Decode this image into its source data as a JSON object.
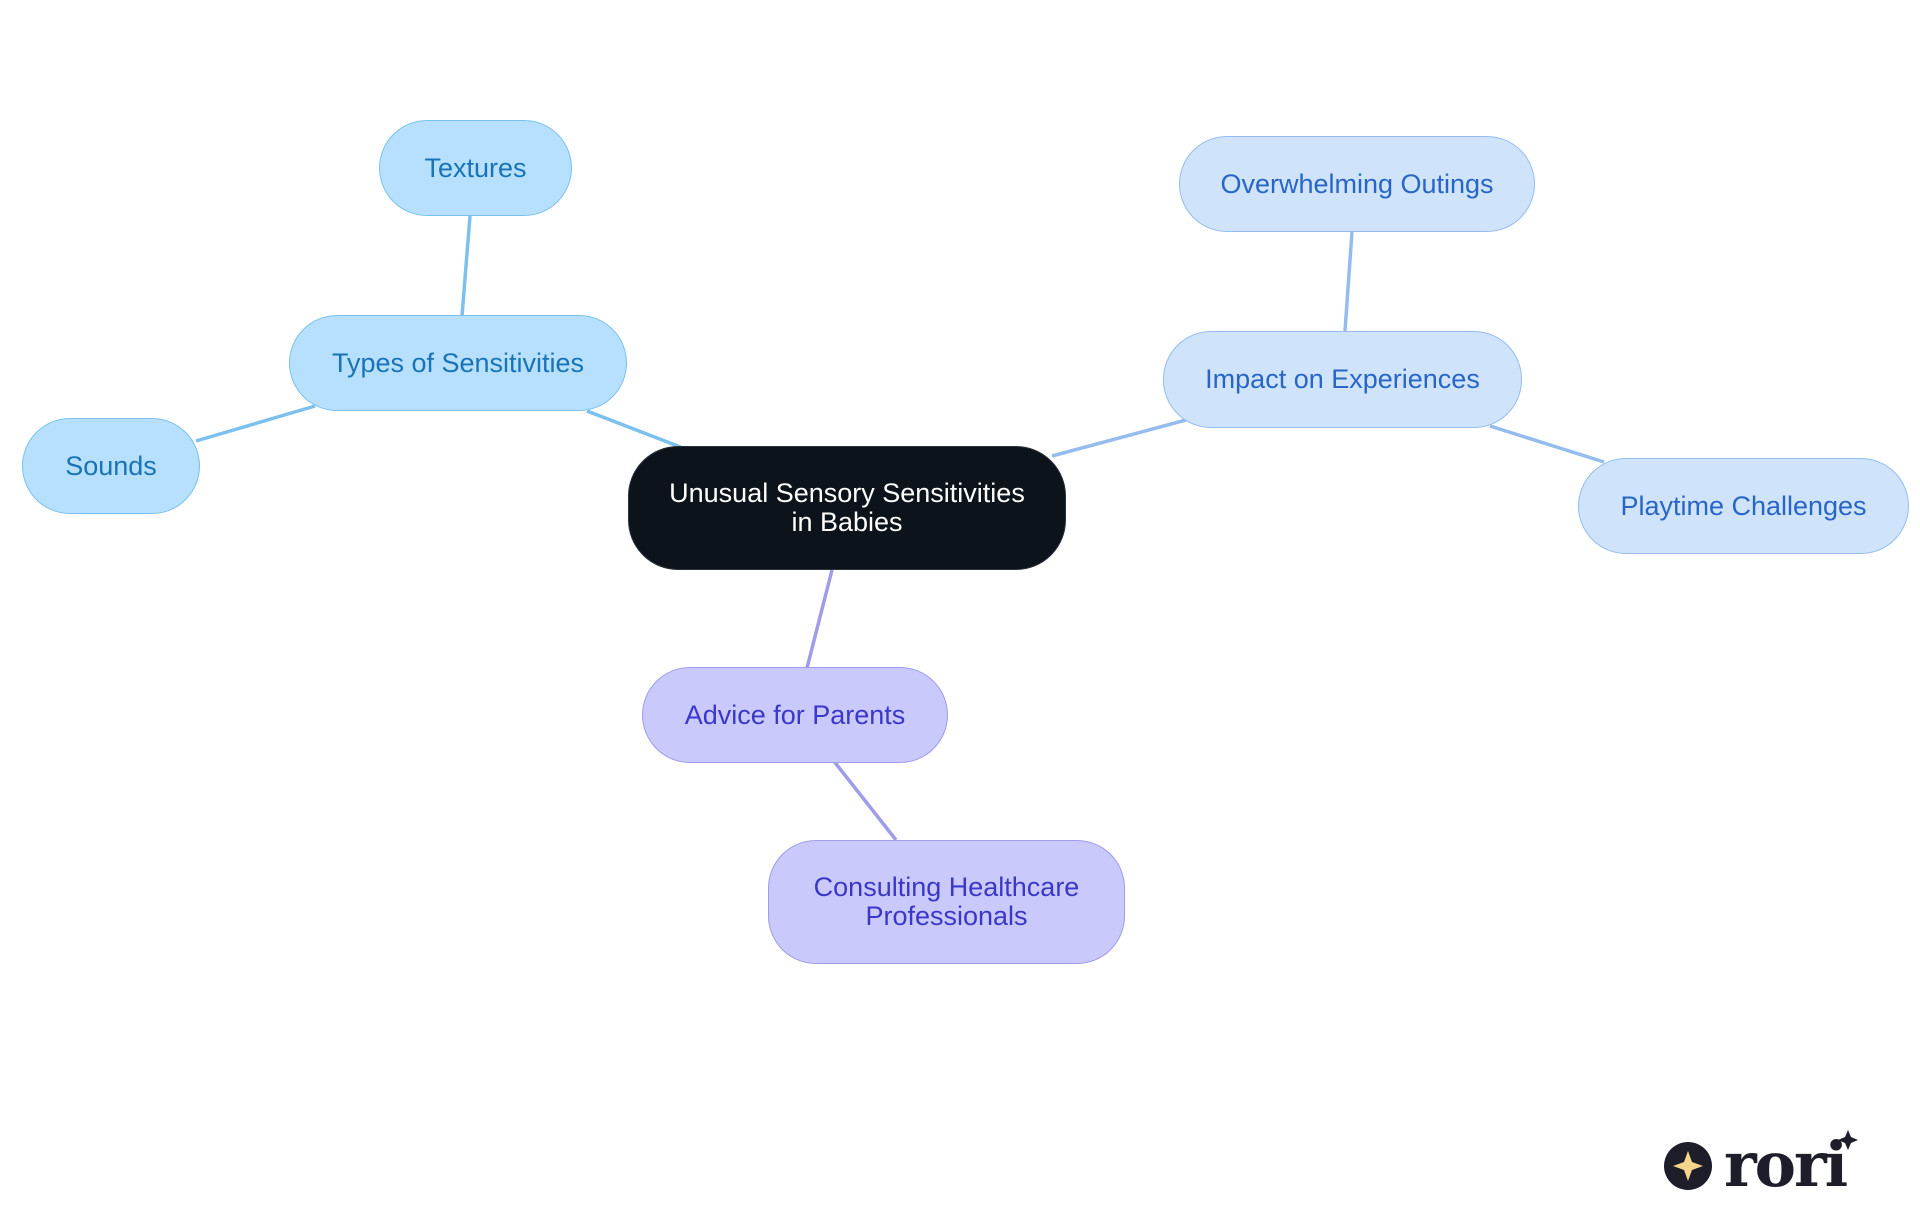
{
  "diagram": {
    "center": {
      "label": "Unusual Sensory Sensitivities\nin Babies"
    },
    "branches": [
      {
        "label": "Types of Sensitivities",
        "children": [
          "Textures",
          "Sounds"
        ]
      },
      {
        "label": "Impact on Experiences",
        "children": [
          "Overwhelming Outings",
          "Playtime Challenges"
        ]
      },
      {
        "label": "Advice for Parents",
        "children": [
          "Consulting Healthcare\nProfessionals"
        ]
      }
    ]
  },
  "colors": {
    "center_fill": "#0d131b",
    "branch1_fill": "#b6e0fd",
    "branch2_fill": "#cfe3fb",
    "branch3_fill": "#c9c9fc"
  },
  "logo": {
    "icon": "sparkle-icon",
    "text": "rori"
  }
}
